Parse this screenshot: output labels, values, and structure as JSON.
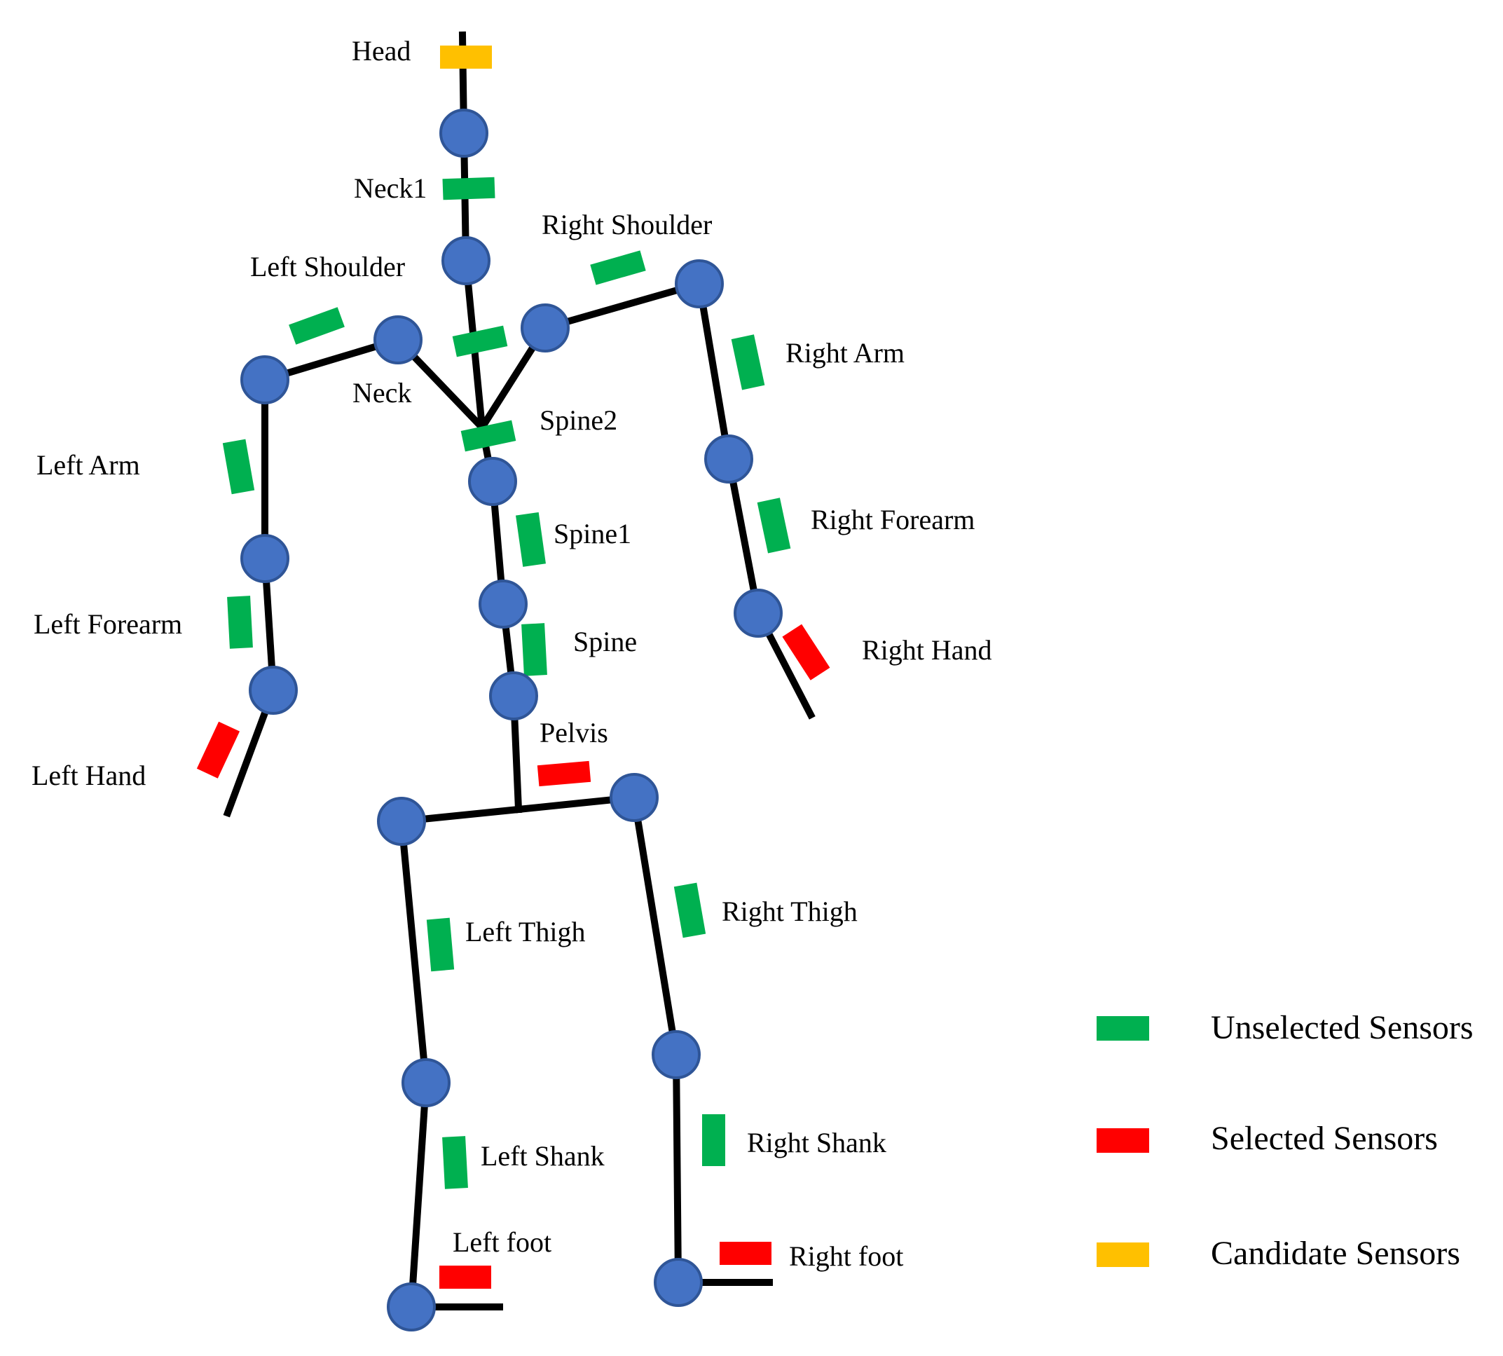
{
  "colors": {
    "unselected": "#00b050",
    "selected": "#ff0000",
    "candidate": "#ffc000",
    "joint": "#4472c4",
    "bone": "#000000"
  },
  "labels": {
    "head": "Head",
    "neck1": "Neck1",
    "right_shoulder": "Right Shoulder",
    "left_shoulder": "Left Shoulder",
    "neck": "Neck",
    "right_arm": "Right Arm",
    "spine2": "Spine2",
    "left_arm": "Left Arm",
    "spine1": "Spine1",
    "right_forearm": "Right Forearm",
    "left_forearm": "Left Forearm",
    "spine": "Spine",
    "right_hand": "Right Hand",
    "pelvis": "Pelvis",
    "left_hand": "Left Hand",
    "right_thigh": "Right Thigh",
    "left_thigh": "Left Thigh",
    "left_shank": "Left Shank",
    "right_shank": "Right Shank",
    "left_foot": "Left foot",
    "right_foot": "Right foot"
  },
  "legend": {
    "unselected": "Unselected Sensors",
    "selected": "Selected Sensors",
    "candidate": "Candidate Sensors"
  },
  "sensors": {
    "head": "candidate",
    "neck1": "unselected",
    "right_shoulder": "unselected",
    "left_shoulder": "unselected",
    "neck": "unselected",
    "spine2": "unselected",
    "right_arm": "unselected",
    "left_arm": "unselected",
    "spine1": "unselected",
    "right_forearm": "unselected",
    "left_forearm": "unselected",
    "spine": "unselected",
    "right_hand": "selected",
    "left_hand": "selected",
    "pelvis": "selected",
    "right_thigh": "unselected",
    "left_thigh": "unselected",
    "left_shank": "unselected",
    "right_shank": "unselected",
    "left_foot": "selected",
    "right_foot": "selected"
  }
}
